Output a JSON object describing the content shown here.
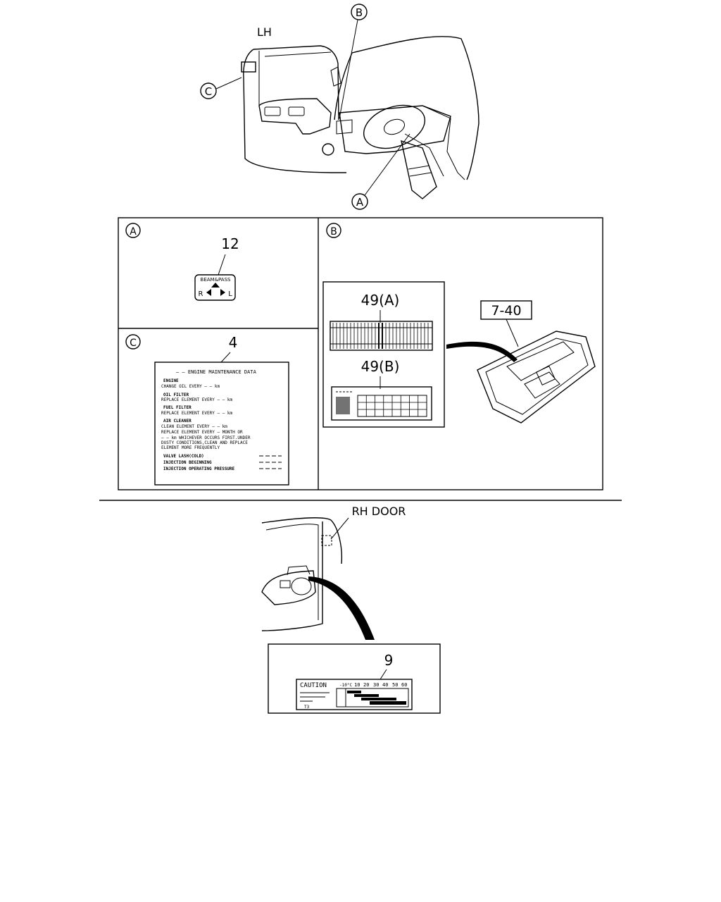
{
  "views": {
    "top": {
      "label": "LH",
      "callouts": [
        "A",
        "B",
        "C"
      ]
    },
    "bottom": {
      "label": "RH DOOR"
    }
  },
  "panel_a": {
    "letter": "A",
    "part_no": "12",
    "label_top": "BEAM&PASS",
    "label_left": "R",
    "label_right": "L"
  },
  "panel_b": {
    "letter": "B",
    "part_no_a": "49(A)",
    "part_no_b": "49(B)",
    "ref": "7-40"
  },
  "panel_c": {
    "letter": "C",
    "part_no": "4",
    "lines": [
      "— — ENGINE MAINTENANCE DATA",
      "ENGINE",
      "CHANGE OIL EVERY — — km",
      "OIL FILTER",
      "REPLACE ELEMENT EVERY — — km",
      "FUEL FILTER",
      "REPLACE ELEMENT EVERY — — km",
      "AIR CLEANER",
      "CLEAN ELEMENT EVERY — — km",
      "REPLACE ELEMENT EVERY — MONTH OR",
      "— — km WHICHEVER OCCURS FIRST.UNDER",
      "DUSTY CONDITIONS,CLEAN AND REPLACE",
      "ELEMENT MORE FREQUENTLY",
      "VALVE LASH(COLD)",
      "INJECTION BEGINNING",
      "INJECTION OPERATING PRESSURE"
    ]
  },
  "panel_9": {
    "part_no": "9",
    "caution": "CAUTION",
    "scale": [
      "-10°C",
      "10",
      "20",
      "30",
      "40",
      "50",
      "60"
    ],
    "small": "T3"
  }
}
